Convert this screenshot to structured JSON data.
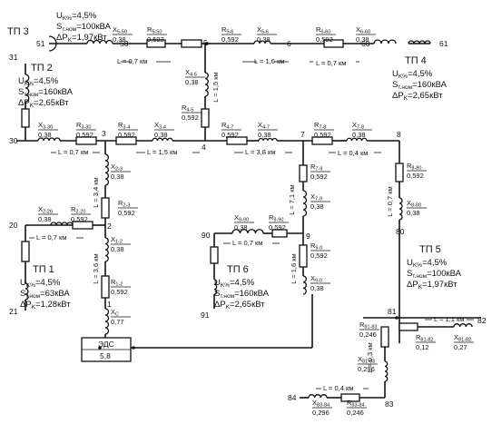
{
  "transformers": [
    {
      "id": "tp3",
      "title": "ТП 3",
      "uk": "U",
      "uk_sub": "K%",
      "uk_val": "=4,5%",
      "s": "S",
      "s_sub": "т.ном",
      "s_val": "=100кВА",
      "p": "ΔP",
      "p_sub": "K",
      "p_val": "=1,97кВт"
    },
    {
      "id": "tp2",
      "title": "ТП 2",
      "uk": "U",
      "uk_sub": "K%",
      "uk_val": "=4,5%",
      "s": "S",
      "s_sub": "т.ном",
      "s_val": "=160кВА",
      "p": "ΔP",
      "p_sub": "K",
      "p_val": "=2,65кВт"
    },
    {
      "id": "tp4",
      "title": "ТП 4",
      "uk": "U",
      "uk_sub": "K%",
      "uk_val": "=4,5%",
      "s": "S",
      "s_sub": "т.ном",
      "s_val": "=160кВА",
      "p": "ΔP",
      "p_sub": "K",
      "p_val": "=2,65кВт"
    },
    {
      "id": "tp1",
      "title": "ТП 1",
      "uk": "U",
      "uk_sub": "K%",
      "uk_val": "=4,5%",
      "s": "S",
      "s_sub": "т.ном",
      "s_val": "=63кВА",
      "p": "ΔP",
      "p_sub": "K",
      "p_val": "=1,28кВт"
    },
    {
      "id": "tp6",
      "title": "ТП 6",
      "uk": "U",
      "uk_sub": "K%",
      "uk_val": "=4,5%",
      "s": "S",
      "s_sub": "т.ном",
      "s_val": "=160кВА",
      "p": "ΔP",
      "p_sub": "K",
      "p_val": "=2,65кВт"
    },
    {
      "id": "tp5",
      "title": "ТП 5",
      "uk": "U",
      "uk_sub": "K%",
      "uk_val": "=4,5%",
      "s": "S",
      "s_sub": "т.ном",
      "s_val": "=100кВА",
      "p": "ΔP",
      "p_sub": "K",
      "p_val": "=1,97кВт"
    }
  ],
  "nodes": [
    "51",
    "50",
    "5",
    "6",
    "60",
    "61",
    "31",
    "30",
    "3",
    "4",
    "7",
    "8",
    "20",
    "2",
    "1",
    "21",
    "90",
    "9",
    "91",
    "80",
    "81",
    "82",
    "83",
    "84"
  ],
  "elements": [
    {
      "id": "x550",
      "sym": "X",
      "sub": "5-50",
      "val": "0,38"
    },
    {
      "id": "r550",
      "sym": "R",
      "sub": "5-50",
      "val": "0,592"
    },
    {
      "id": "r56",
      "sym": "R",
      "sub": "5-6",
      "val": "0,592"
    },
    {
      "id": "x56",
      "sym": "X",
      "sub": "5-6",
      "val": "0,38"
    },
    {
      "id": "r660",
      "sym": "R",
      "sub": "6-60",
      "val": "0,592"
    },
    {
      "id": "x660",
      "sym": "X",
      "sub": "6-60",
      "val": "0,38"
    },
    {
      "id": "x45",
      "sym": "X",
      "sub": "4-5",
      "val": "0,38"
    },
    {
      "id": "r45",
      "sym": "R",
      "sub": "4-5",
      "val": "0,592"
    },
    {
      "id": "x330",
      "sym": "X",
      "sub": "3-30",
      "val": "0,38"
    },
    {
      "id": "r330",
      "sym": "R",
      "sub": "3-30",
      "val": "0,592"
    },
    {
      "id": "r34",
      "sym": "R",
      "sub": "3-4",
      "val": "0,592"
    },
    {
      "id": "x34",
      "sym": "X",
      "sub": "3-4",
      "val": "0,38"
    },
    {
      "id": "r47",
      "sym": "R",
      "sub": "4-7",
      "val": "0,592"
    },
    {
      "id": "x47",
      "sym": "X",
      "sub": "4-7",
      "val": "0,38"
    },
    {
      "id": "r78",
      "sym": "R",
      "sub": "7-8",
      "val": "0,592"
    },
    {
      "id": "x78",
      "sym": "X",
      "sub": "7-8",
      "val": "0,38"
    },
    {
      "id": "x23",
      "sym": "X",
      "sub": "2-3",
      "val": "0,38"
    },
    {
      "id": "r23",
      "sym": "R",
      "sub": "2-3",
      "val": "0,592"
    },
    {
      "id": "x220",
      "sym": "X",
      "sub": "2-20",
      "val": "0,38"
    },
    {
      "id": "r220",
      "sym": "R",
      "sub": "2-20",
      "val": "0,592"
    },
    {
      "id": "x12",
      "sym": "X",
      "sub": "1-2",
      "val": "0,38"
    },
    {
      "id": "r12",
      "sym": "R",
      "sub": "1-2",
      "val": "0,592"
    },
    {
      "id": "xc",
      "sym": "X",
      "sub": "C",
      "val": "0,77"
    },
    {
      "id": "r79",
      "sym": "R",
      "sub": "7-9",
      "val": "0,592"
    },
    {
      "id": "x79",
      "sym": "X",
      "sub": "7-9",
      "val": "0,38"
    },
    {
      "id": "x990",
      "sym": "X",
      "sub": "9-90",
      "val": "0,38"
    },
    {
      "id": "r990",
      "sym": "R",
      "sub": "9-90",
      "val": "0,592"
    },
    {
      "id": "r90",
      "sym": "R",
      "sub": "9-0",
      "val": "0,592"
    },
    {
      "id": "x90",
      "sym": "X",
      "sub": "9-0",
      "val": "0,38"
    },
    {
      "id": "r880",
      "sym": "R",
      "sub": "8-80",
      "val": "0,592"
    },
    {
      "id": "x880",
      "sym": "X",
      "sub": "8-80",
      "val": "0,38"
    },
    {
      "id": "r8183",
      "sym": "R",
      "sub": "81-83",
      "val": "0,246"
    },
    {
      "id": "x8183",
      "sym": "X",
      "sub": "81-83",
      "val": "0,296"
    },
    {
      "id": "r8182",
      "sym": "R",
      "sub": "81-82",
      "val": "0,12"
    },
    {
      "id": "x8182",
      "sym": "X",
      "sub": "81-82",
      "val": "0,27"
    },
    {
      "id": "x8384",
      "sym": "X",
      "sub": "83-84",
      "val": "0,296"
    },
    {
      "id": "r8384",
      "sym": "R",
      "sub": "83-84",
      "val": "0,246"
    }
  ],
  "lengths": [
    "L = 0,7 км",
    "L = 1,6 км",
    "L = 0,7 км",
    "L = 1,5 км",
    "L = 0,7 км",
    "L = 1,5 км",
    "L = 3,8 км",
    "L = 0,4 км",
    "L = 3,4 км",
    "L = 0,7 км",
    "L = 3,6 км",
    "L = 7,1 км",
    "L = 0,7 км",
    "L = 1,6 км",
    "L = 0,7 км",
    "L = 1,1 км",
    "L = 0,3 км",
    "L = 0,4 км"
  ],
  "source": {
    "label": "ЭДС",
    "value": "5,8"
  }
}
